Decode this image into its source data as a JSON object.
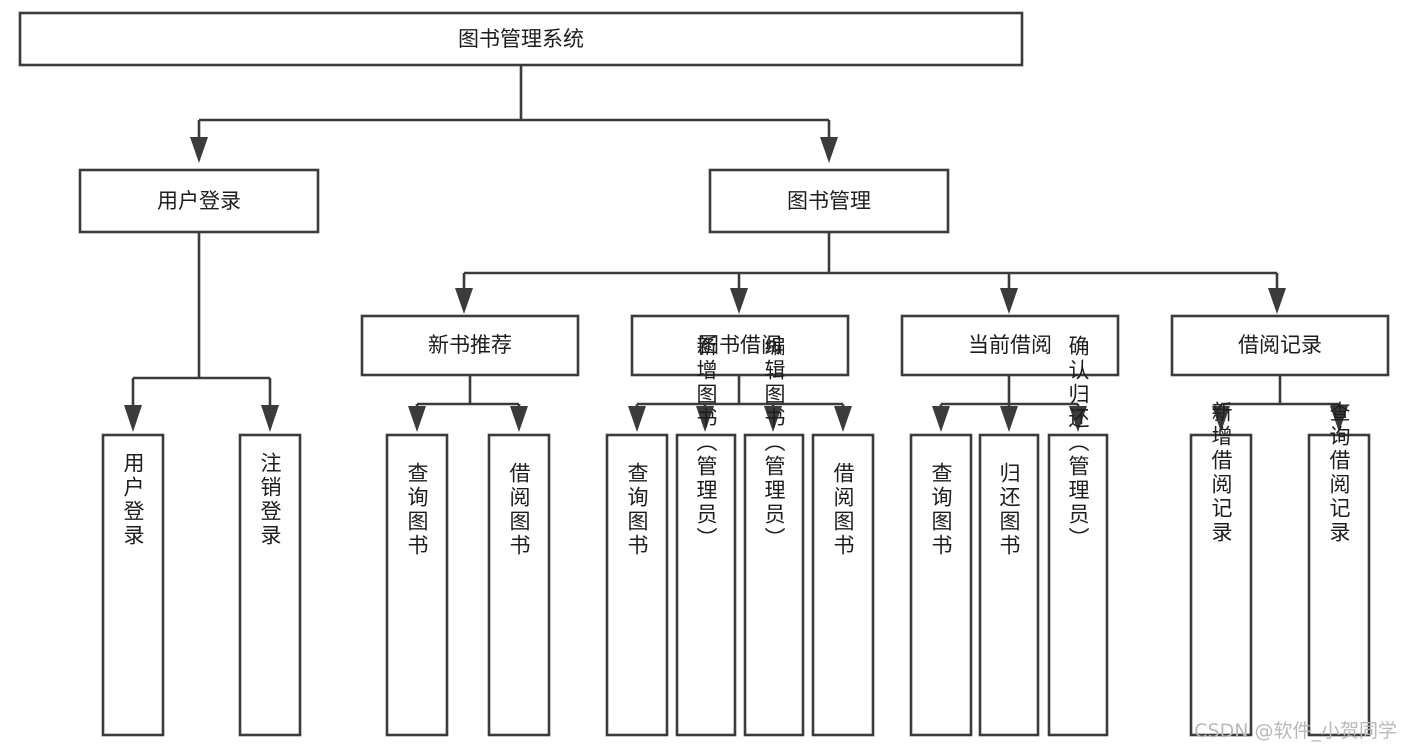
{
  "diagram": {
    "title": "图书管理系统",
    "type": "hierarchy-tree",
    "colors": {
      "background": "#ffffff",
      "stroke": "#3b3b3b",
      "node_fill": "#ffffff",
      "text": "#1d1d1d",
      "watermark": "#b9b9b9"
    },
    "levels": {
      "root": {
        "label": "图书管理系统"
      },
      "level2": [
        {
          "label": "用户登录"
        },
        {
          "label": "图书管理"
        }
      ],
      "level3": [
        {
          "label": "新书推荐"
        },
        {
          "label": "图书借阅"
        },
        {
          "label": "当前借阅"
        },
        {
          "label": "借阅记录"
        }
      ],
      "leaves": {
        "user_login": [
          {
            "label": "用户登录"
          },
          {
            "label": "注销登录"
          }
        ],
        "new_book_recommend": [
          {
            "label": "查询图书"
          },
          {
            "label": "借阅图书"
          }
        ],
        "book_borrow": [
          {
            "label": "查询图书"
          },
          {
            "label": "新增图书（管理员）"
          },
          {
            "label": "编辑图书（管理员）"
          },
          {
            "label": "借阅图书"
          }
        ],
        "current_borrow": [
          {
            "label": "查询图书"
          },
          {
            "label": "归还图书"
          },
          {
            "label": "确认归还（管理员）"
          }
        ],
        "borrow_record": [
          {
            "label": "新增借阅记录"
          },
          {
            "label": "查询借阅记录"
          }
        ]
      }
    }
  },
  "watermark": {
    "text": "CSDN @软件_小贺同学"
  }
}
